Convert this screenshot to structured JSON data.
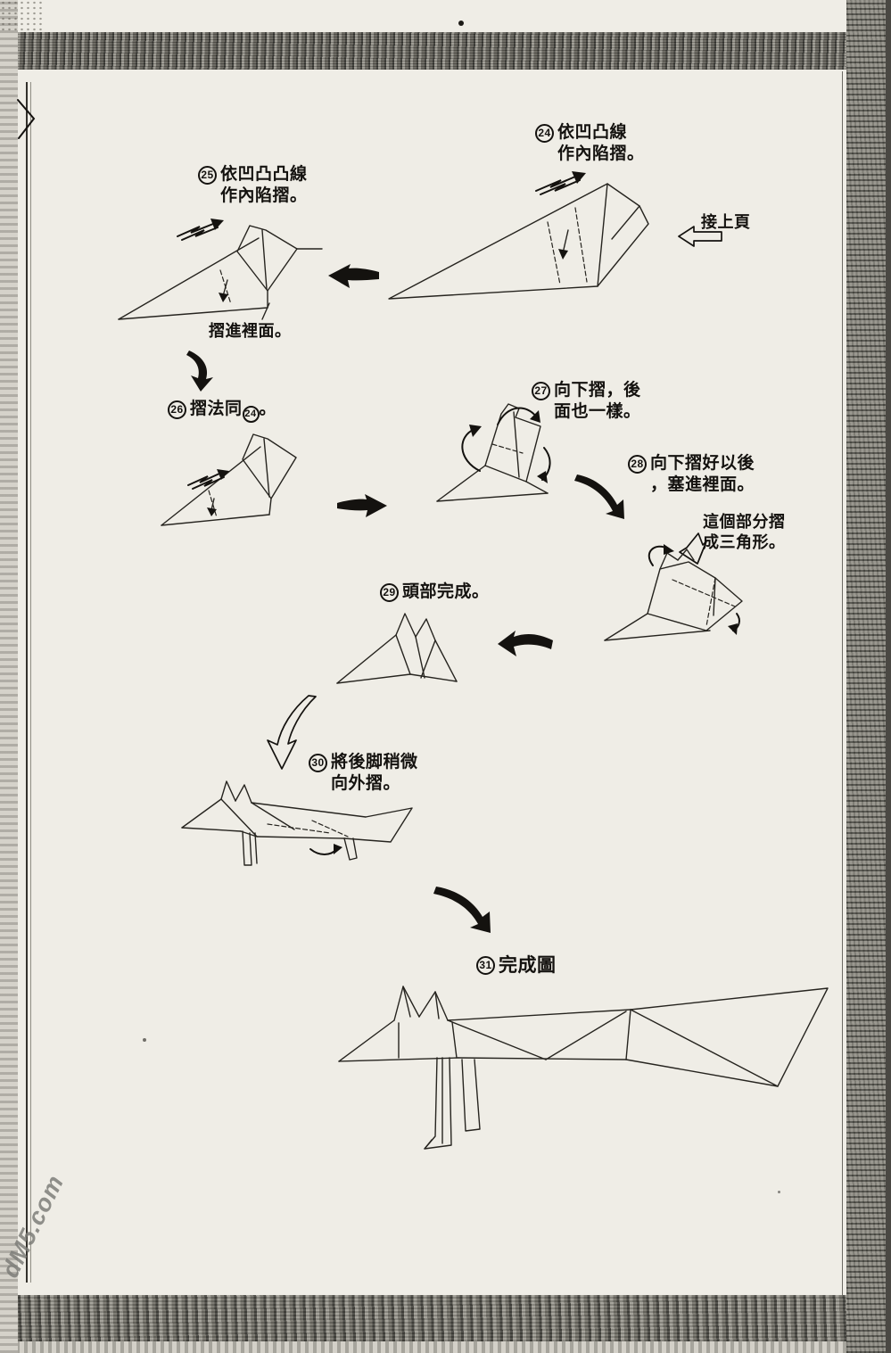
{
  "page": {
    "continue_label": "接上頁",
    "watermark": "dM5.com"
  },
  "notes": {
    "fold_inside": "摺進裡面。",
    "triangle": "這個部分摺\n成三角形。"
  },
  "steps": [
    {
      "num": "24",
      "text": "依凹凸線\n作內陷摺。"
    },
    {
      "num": "25",
      "text": "依凹凸凸線\n作內陷摺。"
    },
    {
      "num": "26",
      "pre": "摺法同",
      "ref": "24",
      "post": "。"
    },
    {
      "num": "27",
      "text": "向下摺，後\n面也一樣。"
    },
    {
      "num": "28",
      "text": "向下摺好以後\n，塞進裡面。"
    },
    {
      "num": "29",
      "text": "頭部完成。"
    },
    {
      "num": "30",
      "text": "將後脚稍微\n向外摺。"
    },
    {
      "num": "31",
      "text": "完成圖"
    }
  ]
}
